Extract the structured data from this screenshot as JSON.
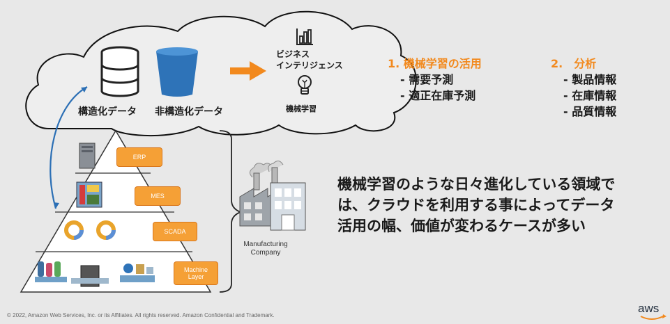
{
  "cloud": {
    "structured_label": "構造化データ",
    "unstructured_label": "非構造化データ",
    "bi_label_line1": "ビジネス",
    "bi_label_line2": "インテリジェンス",
    "ml_label": "機械学習"
  },
  "use_cases": {
    "col1_title": "1. 機械学習の活用",
    "col1_items": [
      "- 需要予測",
      "- 適正在庫予測"
    ],
    "col2_title": "2.　分析",
    "col2_items": [
      "- 製品情報",
      "- 在庫情報",
      "- 品質情報"
    ]
  },
  "pyramid": {
    "layers": [
      "ERP",
      "MES",
      "SCADA",
      "Machine Layer"
    ],
    "machine_line1": "Machine",
    "machine_line2": "Layer"
  },
  "factory": {
    "label_line1": "Manufacturing",
    "label_line2": "Company"
  },
  "message": {
    "line1": "機械学習のような日々進化している領域で",
    "line2": "は、クラウドを利用する事によってデータ",
    "line3": "活用の幅、価値が変わるケースが多い"
  },
  "footer": {
    "copyright": "© 2022, Amazon Web Services, Inc. or its Affiliates. All rights reserved. Amazon Confidential and Trademark.",
    "logo_text": "aws"
  },
  "colors": {
    "accent": "#f2891d",
    "bucket": "#2e73b8",
    "background": "#e8e8e8"
  }
}
